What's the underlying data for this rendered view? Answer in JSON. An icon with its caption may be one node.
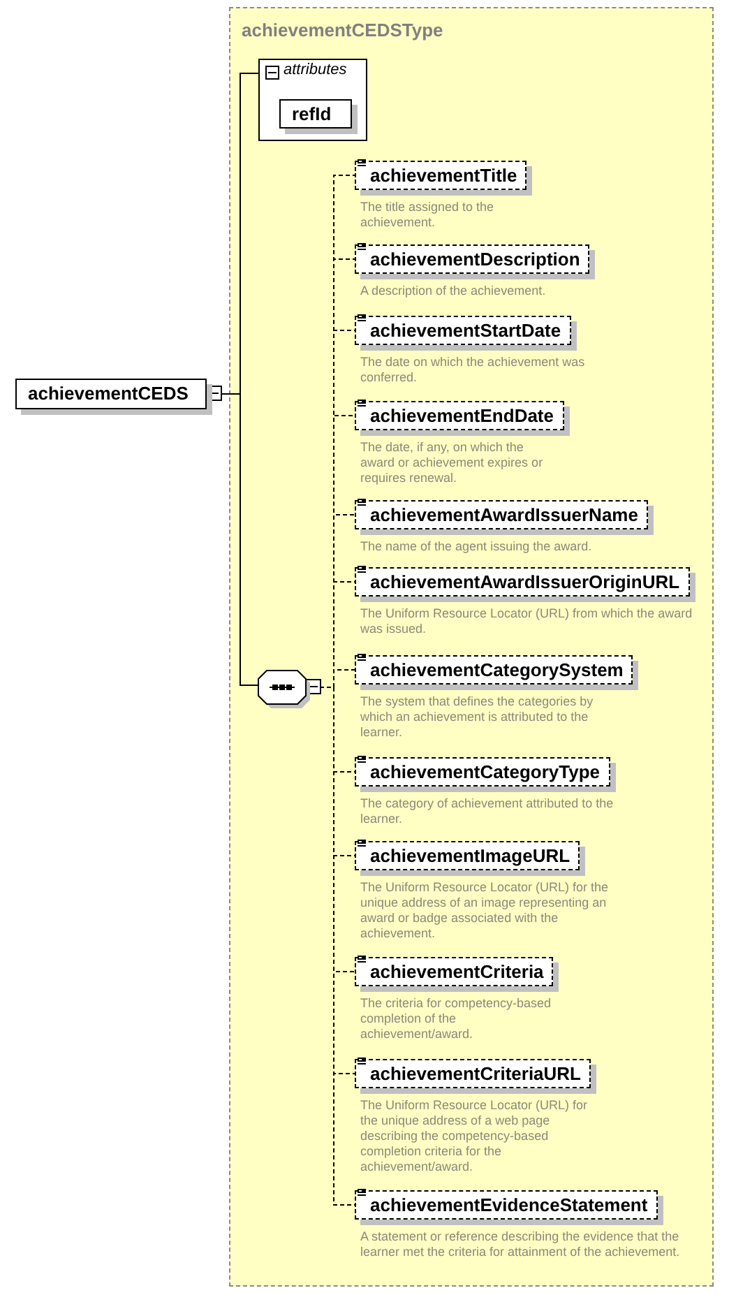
{
  "diagram": {
    "nodes": [
      {
        "text": [
          "achievementCEDS"
        ]
      },
      {
        "text": [
          "achievementCEDSType"
        ]
      },
      {
        "text": [
          "attributes"
        ],
        "in": 1
      },
      {
        "text": [
          "refId"
        ],
        "in": 2
      },
      {
        "text": [],
        "shape": "octagon",
        "in": 1
      },
      {
        "text": [
          "achievementTitle"
        ],
        "beside": [
          "The title assigned to the achievement."
        ],
        "in": 1
      },
      {
        "text": [
          "achievementDescription"
        ],
        "beside": [
          "A description of the achievement."
        ],
        "in": 1
      },
      {
        "text": [
          "achievementStartDate"
        ],
        "beside": [
          "The date on which the achievement was conferred."
        ],
        "in": 1
      },
      {
        "text": [
          "achievementEndDate"
        ],
        "beside": [
          "The date, if any, on which the award or achievement expires or requires renewal."
        ],
        "in": 1
      },
      {
        "text": [
          "achievementAwardIssuerName"
        ],
        "beside": [
          "The name of the agent issuing the award."
        ],
        "in": 1
      },
      {
        "text": [
          "achievementAwardIssuerOriginURL"
        ],
        "beside": [
          "The Uniform Resource Locator (URL) from which the award was issued."
        ],
        "in": 1
      },
      {
        "text": [
          "achievementCategorySystem"
        ],
        "beside": [
          "The system that defines the categories by which an achievement is attributed to the learner."
        ],
        "in": 1
      },
      {
        "text": [
          "achievementCategoryType"
        ],
        "beside": [
          "The category of achievement attributed to the learner."
        ],
        "in": 1
      },
      {
        "text": [
          "achievementImageURL"
        ],
        "beside": [
          "The Uniform Resource Locator (URL) for the unique address of an image representing an award or badge associated with the achievement."
        ],
        "in": 1
      },
      {
        "text": [
          "achievementCriteria"
        ],
        "beside": [
          "The criteria for competency-based completion of the achievement/award."
        ],
        "in": 1
      },
      {
        "text": [
          "achievementCriteriaURL"
        ],
        "beside": [
          "The Uniform Resource Locator (URL) for the unique address of a web page describing the competency-based completion criteria for the achievement/award."
        ],
        "in": 1
      },
      {
        "text": [
          "achievementEvidenceStatement"
        ],
        "beside": [
          "A statement or reference describing the evidence that the learner met the criteria for attainment of the achievement."
        ],
        "in": 1
      }
    ],
    "edges": [
      {
        "from": 0,
        "to": 2,
        "arrow": "other"
      },
      {
        "from": 0,
        "to": 4,
        "arrow": "other"
      },
      {
        "from": 4,
        "to": 5,
        "arrow": "other",
        "style": "dashed"
      },
      {
        "from": 4,
        "to": 6,
        "arrow": "other",
        "style": "dashed"
      },
      {
        "from": 4,
        "to": 7,
        "arrow": "other",
        "style": "dashed"
      },
      {
        "from": 4,
        "to": 8,
        "arrow": "other",
        "style": "dashed"
      },
      {
        "from": 4,
        "to": 9,
        "arrow": "other",
        "style": "dashed"
      },
      {
        "from": 4,
        "to": 10,
        "arrow": "other",
        "style": "dashed"
      },
      {
        "from": 4,
        "to": 11,
        "arrow": "other",
        "style": "dashed"
      },
      {
        "from": 4,
        "to": 12,
        "arrow": "other",
        "style": "dashed"
      },
      {
        "from": 4,
        "to": 13,
        "arrow": "other",
        "style": "dashed"
      },
      {
        "from": 4,
        "to": 14,
        "arrow": "other",
        "style": "dashed"
      },
      {
        "from": 4,
        "to": 15,
        "arrow": "other",
        "style": "dashed"
      },
      {
        "from": 4,
        "to": 16,
        "arrow": "other",
        "style": "dashed"
      }
    ]
  }
}
